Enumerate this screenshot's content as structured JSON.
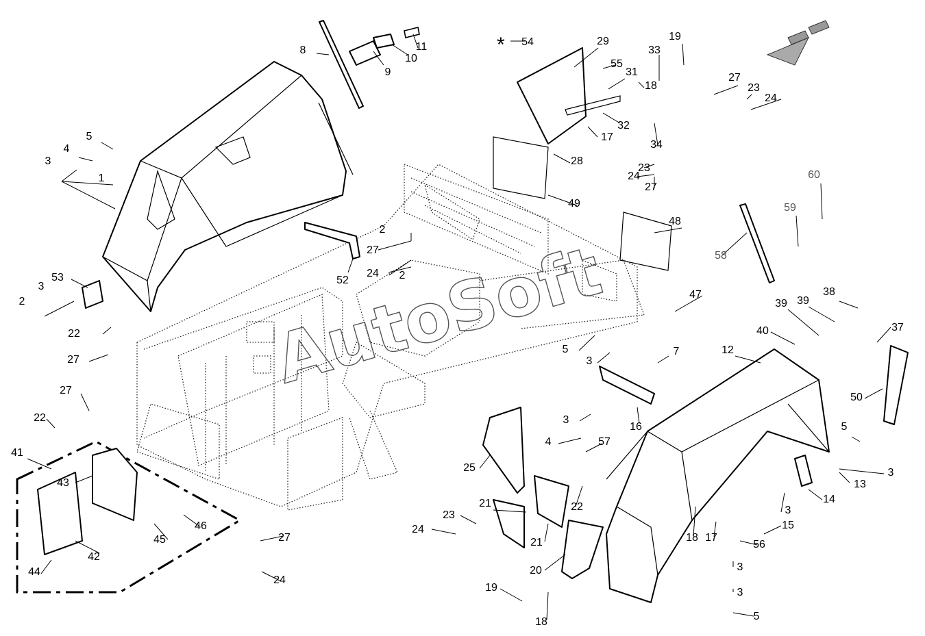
{
  "diagram": {
    "watermark": "AutoSoft",
    "special_marker": "*",
    "callouts": [
      "1",
      "2",
      "2",
      "2",
      "3",
      "3",
      "3",
      "3",
      "3",
      "3",
      "3",
      "3",
      "4",
      "4",
      "5",
      "5",
      "5",
      "5",
      "7",
      "8",
      "9",
      "10",
      "11",
      "12",
      "13",
      "14",
      "15",
      "16",
      "17",
      "17",
      "18",
      "18",
      "18",
      "19",
      "19",
      "20",
      "21",
      "21",
      "22",
      "22",
      "22",
      "23",
      "23",
      "23",
      "24",
      "24",
      "24",
      "24",
      "24",
      "25",
      "27",
      "27",
      "27",
      "27",
      "27",
      "27",
      "28",
      "29",
      "31",
      "32",
      "33",
      "34",
      "37",
      "38",
      "39",
      "39",
      "40",
      "41",
      "42",
      "43",
      "44",
      "45",
      "46",
      "47",
      "48",
      "49",
      "50",
      "52",
      "53",
      "54",
      "55",
      "56",
      "57",
      "58",
      "59",
      "60"
    ]
  }
}
